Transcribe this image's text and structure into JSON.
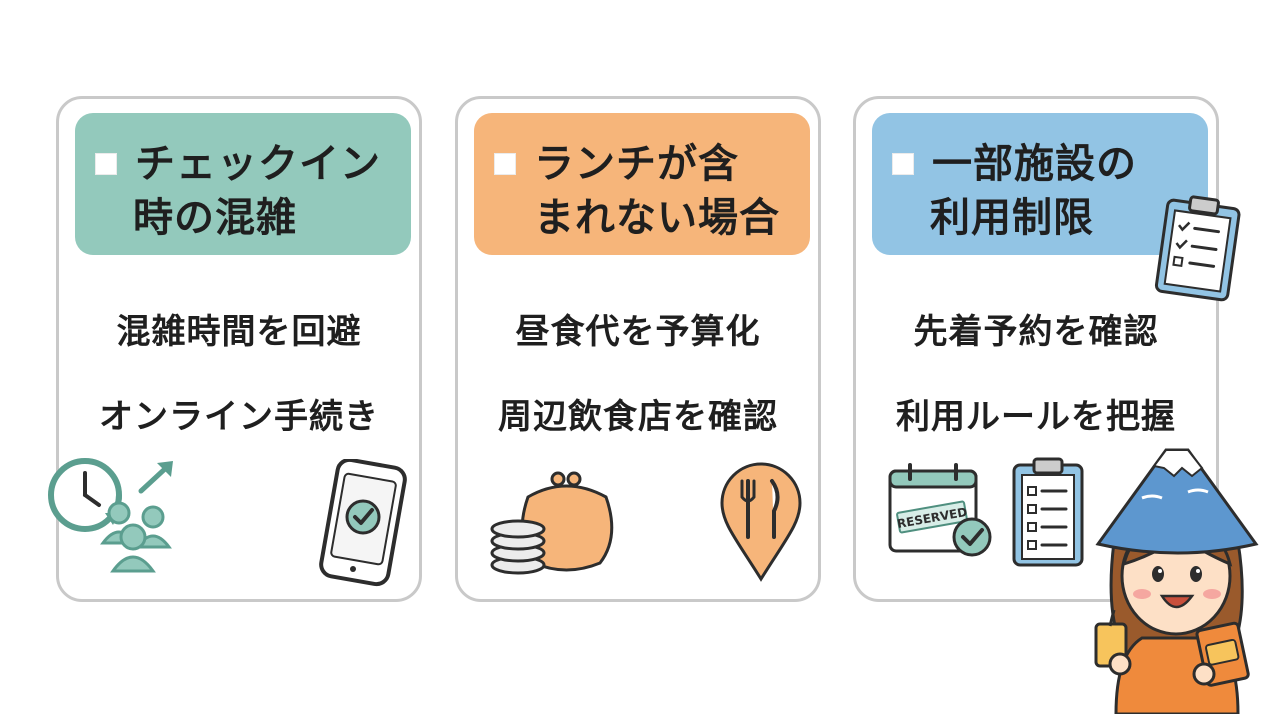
{
  "colors": {
    "card1_header": "#93c9bc",
    "card2_header": "#f6b57a",
    "card3_header": "#92c4e4",
    "outline": "#2d2d2d",
    "border": "#c9c9c9"
  },
  "cards": [
    {
      "title_line1": "チェックイン",
      "title_line2": "時の混雑",
      "items": [
        "混雑時間を回避",
        "オンライン手続き"
      ],
      "icons": [
        "clock-crowd-icon",
        "smartphone-check-icon"
      ]
    },
    {
      "title_line1": "ランチが含",
      "title_line2": "まれない場合",
      "items": [
        "昼食代を予算化",
        "周辺飲食店を確認"
      ],
      "icons": [
        "coin-purse-icon",
        "restaurant-pin-icon"
      ]
    },
    {
      "title_line1": "一部施設の",
      "title_line2": "利用制限",
      "items": [
        "先着予約を確認",
        "利用ルールを把握"
      ],
      "icons": [
        "reserved-calendar-icon",
        "clipboard-checklist-icon"
      ]
    }
  ],
  "reserved_stamp": "RESERVED",
  "mascot": "fuji-hat-girl-icon"
}
